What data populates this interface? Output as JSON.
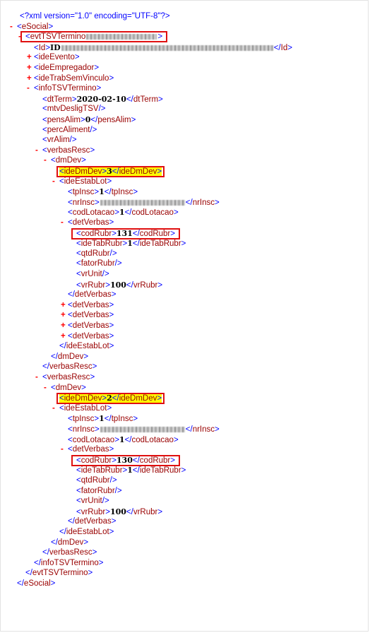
{
  "prolog": "<?xml version=\"1.0\" encoding=\"UTF-8\"?>",
  "lines": [
    {
      "level": 0,
      "toggle": "",
      "kind": "pi"
    },
    {
      "level": 0,
      "toggle": "-",
      "kind": "open",
      "tag": "eSocial"
    },
    {
      "level": 1,
      "toggle": "-",
      "kind": "open",
      "tag": "evtTSVTermino",
      "blur": true,
      "boxed": true
    },
    {
      "level": 2,
      "toggle": "",
      "kind": "leaf",
      "tag": "Id",
      "value": "ID",
      "blur": true
    },
    {
      "level": 2,
      "toggle": "+",
      "kind": "open",
      "tag": "ideEvento"
    },
    {
      "level": 2,
      "toggle": "+",
      "kind": "open",
      "tag": "ideEmpregador"
    },
    {
      "level": 2,
      "toggle": "+",
      "kind": "open",
      "tag": "ideTrabSemVinculo"
    },
    {
      "level": 2,
      "toggle": "-",
      "kind": "open",
      "tag": "infoTSVTermino"
    },
    {
      "level": 3,
      "toggle": "",
      "kind": "leaf",
      "tag": "dtTerm",
      "value": "2020-02-10"
    },
    {
      "level": 3,
      "toggle": "",
      "kind": "empty",
      "tag": "mtvDesligTSV"
    },
    {
      "level": 3,
      "toggle": "",
      "kind": "leaf",
      "tag": "pensAlim",
      "value": "0"
    },
    {
      "level": 3,
      "toggle": "",
      "kind": "empty",
      "tag": "percAliment"
    },
    {
      "level": 3,
      "toggle": "",
      "kind": "empty",
      "tag": "vrAlim"
    },
    {
      "level": 3,
      "toggle": "-",
      "kind": "open",
      "tag": "verbasResc"
    },
    {
      "level": 4,
      "toggle": "-",
      "kind": "open",
      "tag": "dmDev"
    },
    {
      "level": 5,
      "toggle": "",
      "kind": "leaf",
      "tag": "ideDmDev",
      "value": "3",
      "highlight": true,
      "boxed": true
    },
    {
      "level": 5,
      "toggle": "-",
      "kind": "open",
      "tag": "ideEstabLot"
    },
    {
      "level": 6,
      "toggle": "",
      "kind": "leaf",
      "tag": "tpInsc",
      "value": "1"
    },
    {
      "level": 6,
      "toggle": "",
      "kind": "leaf",
      "tag": "nrInsc",
      "value": "",
      "blur": true
    },
    {
      "level": 6,
      "toggle": "",
      "kind": "leaf",
      "tag": "codLotacao",
      "value": "1"
    },
    {
      "level": 6,
      "toggle": "-",
      "kind": "open",
      "tag": "detVerbas"
    },
    {
      "level": 7,
      "toggle": "",
      "kind": "leaf",
      "tag": "codRubr",
      "value": "131",
      "boxed": true
    },
    {
      "level": 7,
      "toggle": "",
      "kind": "leaf",
      "tag": "ideTabRubr",
      "value": "1"
    },
    {
      "level": 7,
      "toggle": "",
      "kind": "empty",
      "tag": "qtdRubr"
    },
    {
      "level": 7,
      "toggle": "",
      "kind": "empty",
      "tag": "fatorRubr"
    },
    {
      "level": 7,
      "toggle": "",
      "kind": "empty",
      "tag": "vrUnit"
    },
    {
      "level": 7,
      "toggle": "",
      "kind": "leaf",
      "tag": "vrRubr",
      "value": "100"
    },
    {
      "level": 6,
      "toggle": "",
      "kind": "close",
      "tag": "detVerbas"
    },
    {
      "level": 6,
      "toggle": "+",
      "kind": "open",
      "tag": "detVerbas"
    },
    {
      "level": 6,
      "toggle": "+",
      "kind": "open",
      "tag": "detVerbas"
    },
    {
      "level": 6,
      "toggle": "+",
      "kind": "open",
      "tag": "detVerbas"
    },
    {
      "level": 6,
      "toggle": "+",
      "kind": "open",
      "tag": "detVerbas"
    },
    {
      "level": 5,
      "toggle": "",
      "kind": "close",
      "tag": "ideEstabLot"
    },
    {
      "level": 4,
      "toggle": "",
      "kind": "close",
      "tag": "dmDev"
    },
    {
      "level": 3,
      "toggle": "",
      "kind": "close",
      "tag": "verbasResc"
    },
    {
      "level": 3,
      "toggle": "-",
      "kind": "open",
      "tag": "verbasResc"
    },
    {
      "level": 4,
      "toggle": "-",
      "kind": "open",
      "tag": "dmDev"
    },
    {
      "level": 5,
      "toggle": "",
      "kind": "leaf",
      "tag": "ideDmDev",
      "value": "2",
      "highlight": true,
      "boxed": true
    },
    {
      "level": 5,
      "toggle": "-",
      "kind": "open",
      "tag": "ideEstabLot"
    },
    {
      "level": 6,
      "toggle": "",
      "kind": "leaf",
      "tag": "tpInsc",
      "value": "1"
    },
    {
      "level": 6,
      "toggle": "",
      "kind": "leaf",
      "tag": "nrInsc",
      "value": "",
      "blur": true
    },
    {
      "level": 6,
      "toggle": "",
      "kind": "leaf",
      "tag": "codLotacao",
      "value": "1"
    },
    {
      "level": 6,
      "toggle": "-",
      "kind": "open",
      "tag": "detVerbas"
    },
    {
      "level": 7,
      "toggle": "",
      "kind": "leaf",
      "tag": "codRubr",
      "value": "130",
      "boxed": true
    },
    {
      "level": 7,
      "toggle": "",
      "kind": "leaf",
      "tag": "ideTabRubr",
      "value": "1"
    },
    {
      "level": 7,
      "toggle": "",
      "kind": "empty",
      "tag": "qtdRubr"
    },
    {
      "level": 7,
      "toggle": "",
      "kind": "empty",
      "tag": "fatorRubr"
    },
    {
      "level": 7,
      "toggle": "",
      "kind": "empty",
      "tag": "vrUnit"
    },
    {
      "level": 7,
      "toggle": "",
      "kind": "leaf",
      "tag": "vrRubr",
      "value": "100"
    },
    {
      "level": 6,
      "toggle": "",
      "kind": "close",
      "tag": "detVerbas"
    },
    {
      "level": 5,
      "toggle": "",
      "kind": "close",
      "tag": "ideEstabLot"
    },
    {
      "level": 4,
      "toggle": "",
      "kind": "close",
      "tag": "dmDev"
    },
    {
      "level": 3,
      "toggle": "",
      "kind": "close",
      "tag": "verbasResc"
    },
    {
      "level": 2,
      "toggle": "",
      "kind": "close",
      "tag": "infoTSVTermino"
    },
    {
      "level": 1,
      "toggle": "",
      "kind": "close",
      "tag": "evtTSVTermino"
    },
    {
      "level": 0,
      "toggle": "",
      "kind": "close",
      "tag": "eSocial"
    }
  ],
  "colors": {
    "tag": "#990000",
    "bracket": "#0000ff",
    "toggle": "#ff0000",
    "value": "#000000",
    "highlight": "#ffff00",
    "annotation_box": "#e01010"
  }
}
